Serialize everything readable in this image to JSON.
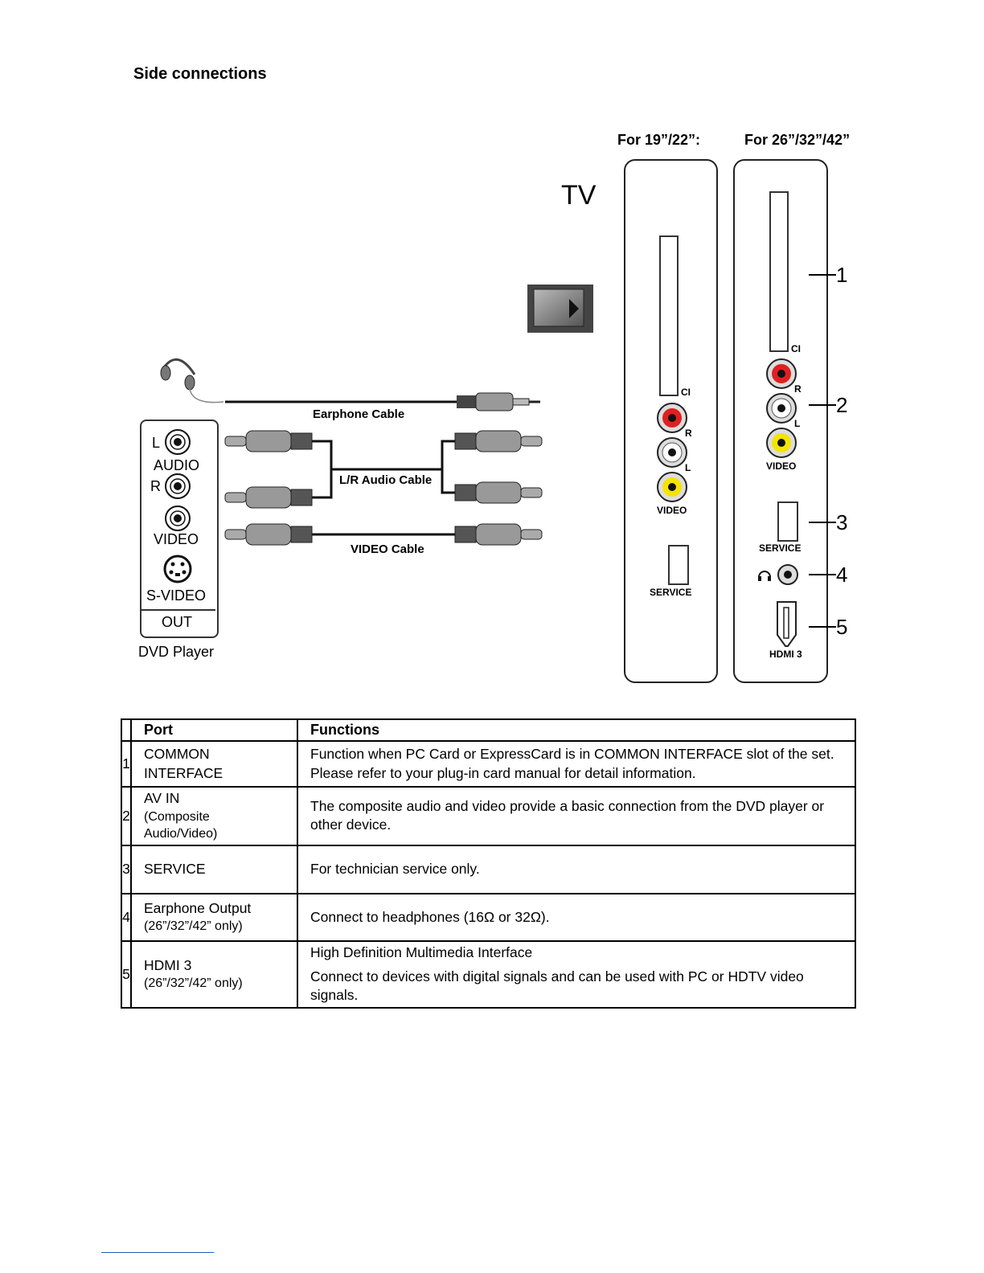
{
  "title": "Side connections",
  "panels": {
    "small_heading": "For 19”/22”:",
    "large_heading": "For 26”/32”/42”",
    "tv_label": "TV"
  },
  "panel_labels": {
    "ci": "CI",
    "r": "R",
    "l": "L",
    "video": "VIDEO",
    "service": "SERVICE",
    "hdmi": "HDMI 3"
  },
  "callouts": [
    "1",
    "2",
    "3",
    "4",
    "5"
  ],
  "cables": {
    "earphone": "Earphone Cable",
    "audio": "L/R Audio Cable",
    "video": "VIDEO Cable"
  },
  "dvd": {
    "l": "L",
    "audio": "AUDIO",
    "r": "R",
    "video": "VIDEO",
    "svideo": "S-VIDEO",
    "out": "OUT",
    "caption": "DVD Player"
  },
  "table": {
    "headers": [
      "",
      "Port",
      "Functions"
    ],
    "rows": [
      {
        "num": "1",
        "port": "COMMON INTERFACE",
        "port_sub": "",
        "functions": [
          "Function when PC Card or ExpressCard is in COMMON INTERFACE slot of the set. Please refer to your plug-in card manual for detail information."
        ]
      },
      {
        "num": "2",
        "port": "AV IN",
        "port_sub": "(Composite Audio/Video)",
        "functions": [
          "The composite audio and video provide a basic connection from the DVD player or other device."
        ]
      },
      {
        "num": "3",
        "port": "SERVICE",
        "port_sub": "",
        "functions": [
          "For technician service only."
        ]
      },
      {
        "num": "4",
        "port": "Earphone Output",
        "port_sub": "(26”/32”/42” only)",
        "functions": [
          "Connect to headphones (16Ω or 32Ω)."
        ]
      },
      {
        "num": "5",
        "port": "HDMI 3",
        "port_sub": "(26”/32”/42” only)",
        "functions": [
          "High Definition Multimedia Interface",
          "Connect to devices with digital signals and can be used with PC or HDTV video signals."
        ]
      }
    ]
  }
}
